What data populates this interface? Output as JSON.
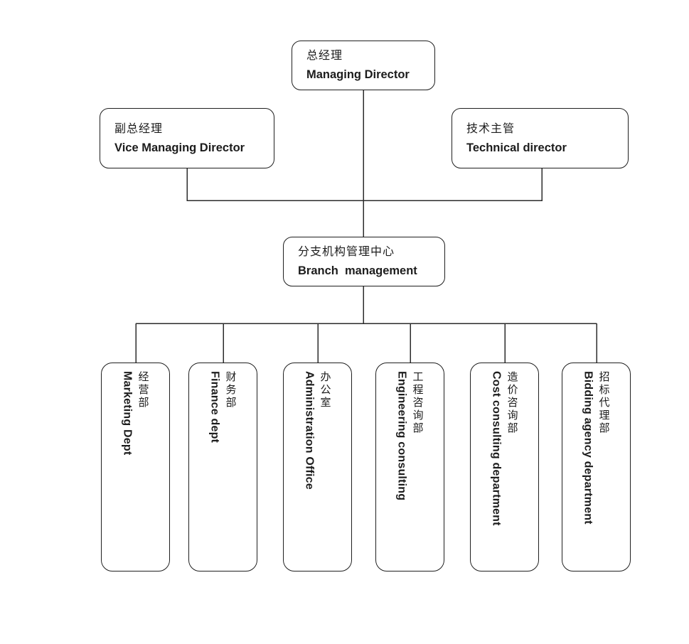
{
  "diagram": {
    "type": "org-chart",
    "nodes": {
      "managing_director": {
        "zh": "总经理",
        "en": "Managing Director"
      },
      "vice_managing_director": {
        "zh": "副总经理",
        "en": "Vice Managing Director"
      },
      "technical_director": {
        "zh": "技术主管",
        "en": "Technical director"
      },
      "branch_management": {
        "zh": "分支机构管理中心",
        "en": "Branch  management"
      },
      "departments": [
        {
          "zh": "经营部",
          "en": "Marketing Dept"
        },
        {
          "zh": "财务部",
          "en": "Finance dept"
        },
        {
          "zh": "办公室",
          "en": "Administration Office"
        },
        {
          "zh": "工程咨询部",
          "en": "Engineering consulting"
        },
        {
          "zh": "造价咨询部",
          "en": "Cost consulting department"
        },
        {
          "zh": "招标代理部",
          "en": "Bidding agency department"
        }
      ]
    },
    "edges": [
      "managing_director -> branch_management",
      "vice_managing_director -> trunk",
      "technical_director -> trunk",
      "branch_management -> departments (6)"
    ],
    "colors": {
      "background": "#ffffff",
      "border": "#1f1f1f",
      "line": "#2b2b2b",
      "text": "#1c1c1c"
    }
  }
}
